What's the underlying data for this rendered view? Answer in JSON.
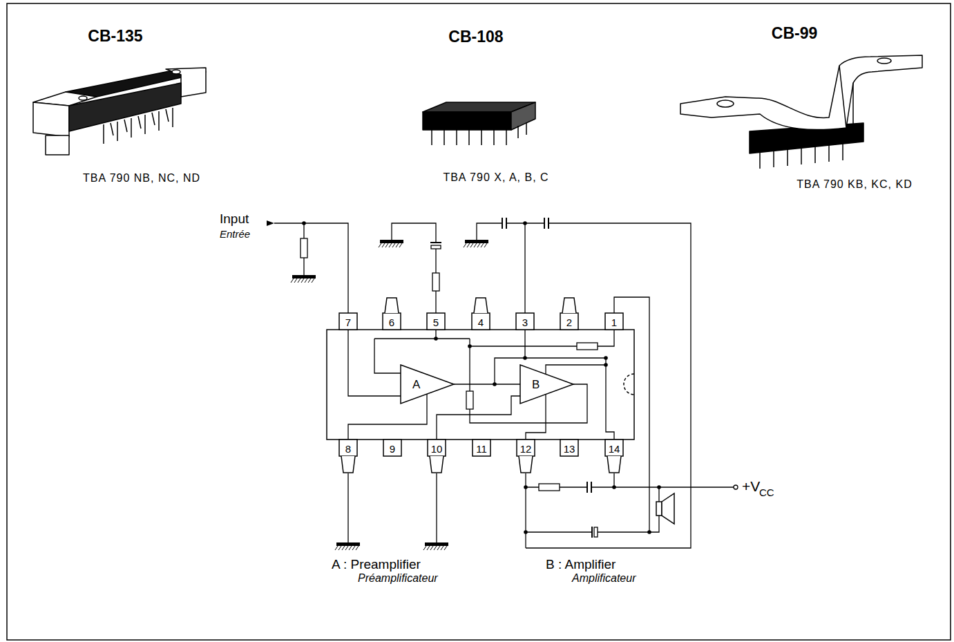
{
  "diagram": {
    "nodes": [
      {
        "text": [
          "A"
        ]
      },
      {
        "text": [
          "B"
        ]
      }
    ],
    "edges": [
      {
        "from": 0,
        "to": 1,
        "arrow": "none"
      }
    ],
    "labels": [
      "CB-135",
      "CB-108",
      "CB-99",
      "TBA 790 NB, NC, ND",
      "TBA 790 X, A, B, C",
      "TBA 790 KB, KC, KD",
      "Input",
      "Entrée",
      "7",
      "6",
      "5",
      "4",
      "3",
      "2",
      "1",
      "8",
      "9",
      "10",
      "11",
      "12",
      "13",
      "14",
      "−",
      "+",
      "+V",
      "CC",
      "A : Preamplifier",
      "Préamplificateur",
      "B : Amplifier",
      "Amplificateur"
    ]
  }
}
